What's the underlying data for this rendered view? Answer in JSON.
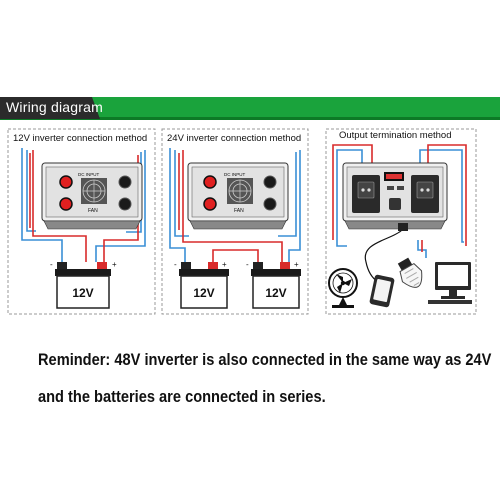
{
  "header": {
    "title": "Wiring diagram"
  },
  "sections": {
    "inverter_12v": {
      "caption": "12V inverter connection method",
      "battery_label": "12V"
    },
    "inverter_24v": {
      "caption": "24V inverter connection method",
      "battery_labels": [
        "12V",
        "12V"
      ]
    },
    "output": {
      "caption": "Output termination method"
    }
  },
  "inverter_panel": {
    "dc_input_label": "DC INPUT",
    "fan_label": "FAN"
  },
  "terminal_signs": {
    "negative": "-",
    "positive": "+"
  },
  "reminder": {
    "line1": "Reminder: 48V inverter is also connected in the same way as 24V",
    "line2": "and the batteries are connected in series."
  },
  "colors": {
    "header_green": "#1aa33c",
    "wire_blue": "#3a8fd6",
    "wire_red": "#d92b2b",
    "terminal_red": "#e02020"
  }
}
